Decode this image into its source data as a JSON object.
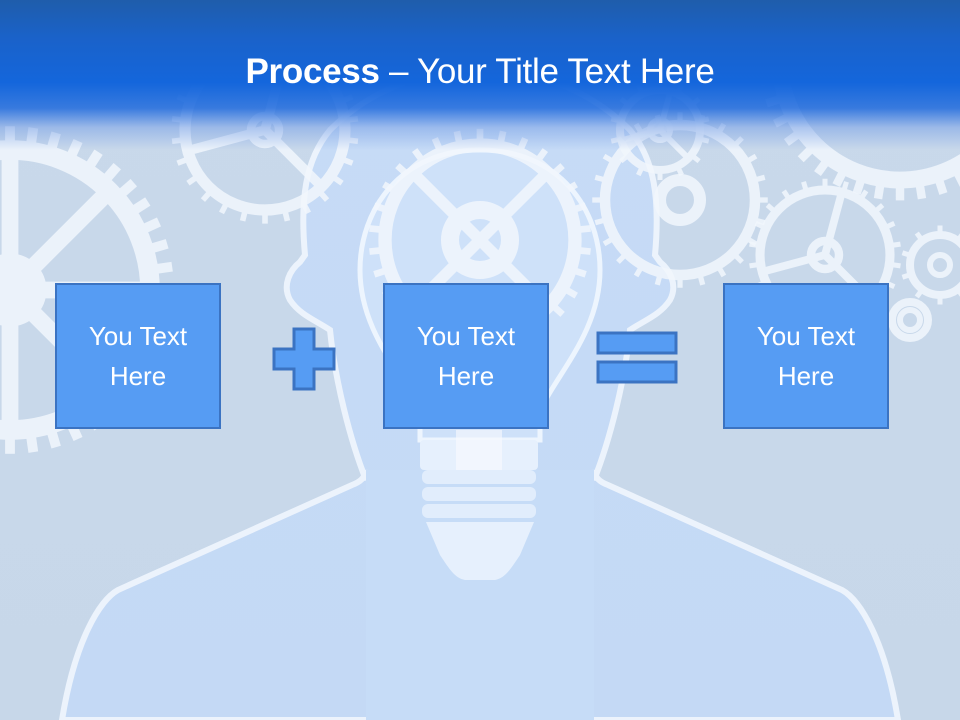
{
  "slide": {
    "title": {
      "bold": "Process",
      "rest": " – Your Title Text Here"
    },
    "colors": {
      "header_top": "#1f5dab",
      "header_mid": "#1466dc",
      "background": "#c8d8ea",
      "silhouette": "#c6dcf7",
      "gear": "#f2f7fd",
      "box_fill": "#569cf3",
      "box_border": "#3b73c2",
      "text": "#ffffff"
    },
    "process": {
      "boxes": [
        {
          "line1": "You Text",
          "line2": "Here"
        },
        {
          "line1": "You Text",
          "line2": "Here"
        },
        {
          "line1": "You Text",
          "line2": "Here"
        }
      ],
      "operators": [
        "plus-sign",
        "equals-sign"
      ]
    }
  }
}
